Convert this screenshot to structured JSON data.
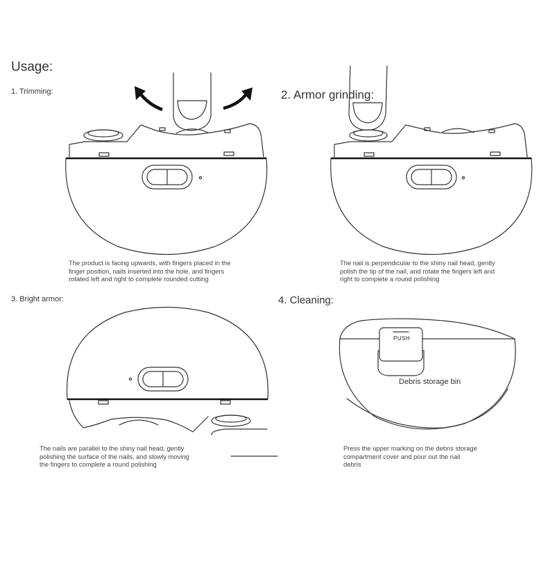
{
  "title": "Usage:",
  "steps": [
    {
      "label": "1. Trimming:",
      "description": [
        "The product is facing upwards, with fingers placed in the",
        "finger position, nails inserted into the hole, and fingers",
        "rotated left and right to complete rounded cutting"
      ]
    },
    {
      "label": "2. Armor grinding:",
      "description": [
        "The nail is perpendicular to the shiny nail head, gently",
        "polish the tip of the nail, and rotate the fingers left and",
        "right to complete a round polishing"
      ]
    },
    {
      "label": "3. Bright armor:",
      "description": [
        "The nails are parallel to the shiny nail head, gently",
        "polishing the surface of the nails, and slowly moving",
        "the fingers to complete a round polishing"
      ]
    },
    {
      "label": "4. Cleaning:",
      "description": [
        "Press the upper marking on the debris storage",
        "compartment cover and pour out the nail",
        "debris"
      ],
      "push_label": "PUSH",
      "bin_label": "Debris storage bin"
    }
  ],
  "colors": {
    "line": "#333333",
    "accent_bar": "#111111",
    "background": "#ffffff"
  }
}
